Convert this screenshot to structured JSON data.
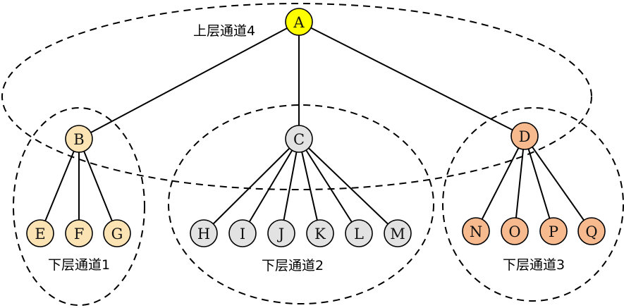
{
  "colors": {
    "top": "#ffff00",
    "group1": "#fbe3b4",
    "group2": "#e2e2e2",
    "group3": "#f7b98e"
  },
  "channels": [
    {
      "id": "channel-4",
      "label": "上层通道4"
    },
    {
      "id": "channel-1",
      "label": "下层通道1"
    },
    {
      "id": "channel-2",
      "label": "下层通道2"
    },
    {
      "id": "channel-3",
      "label": "下层通道3"
    }
  ],
  "nodes": [
    {
      "id": "A",
      "label": "A",
      "color": "top"
    },
    {
      "id": "B",
      "label": "B",
      "color": "group1"
    },
    {
      "id": "C",
      "label": "C",
      "color": "group2"
    },
    {
      "id": "D",
      "label": "D",
      "color": "group3"
    },
    {
      "id": "E",
      "label": "E",
      "color": "group1"
    },
    {
      "id": "F",
      "label": "F",
      "color": "group1"
    },
    {
      "id": "G",
      "label": "G",
      "color": "group1"
    },
    {
      "id": "H",
      "label": "H",
      "color": "group2"
    },
    {
      "id": "I",
      "label": "I",
      "color": "group2"
    },
    {
      "id": "J",
      "label": "J",
      "color": "group2"
    },
    {
      "id": "K",
      "label": "K",
      "color": "group2"
    },
    {
      "id": "L",
      "label": "L",
      "color": "group2"
    },
    {
      "id": "M",
      "label": "M",
      "color": "group2"
    },
    {
      "id": "N",
      "label": "N",
      "color": "group3"
    },
    {
      "id": "O",
      "label": "O",
      "color": "group3"
    },
    {
      "id": "P",
      "label": "P",
      "color": "group3"
    },
    {
      "id": "Q",
      "label": "Q",
      "color": "group3"
    }
  ],
  "edges": [
    [
      "A",
      "B"
    ],
    [
      "A",
      "C"
    ],
    [
      "A",
      "D"
    ],
    [
      "B",
      "E"
    ],
    [
      "B",
      "F"
    ],
    [
      "B",
      "G"
    ],
    [
      "C",
      "H"
    ],
    [
      "C",
      "I"
    ],
    [
      "C",
      "J"
    ],
    [
      "C",
      "K"
    ],
    [
      "C",
      "L"
    ],
    [
      "C",
      "M"
    ],
    [
      "D",
      "N"
    ],
    [
      "D",
      "O"
    ],
    [
      "D",
      "P"
    ],
    [
      "D",
      "Q"
    ]
  ]
}
